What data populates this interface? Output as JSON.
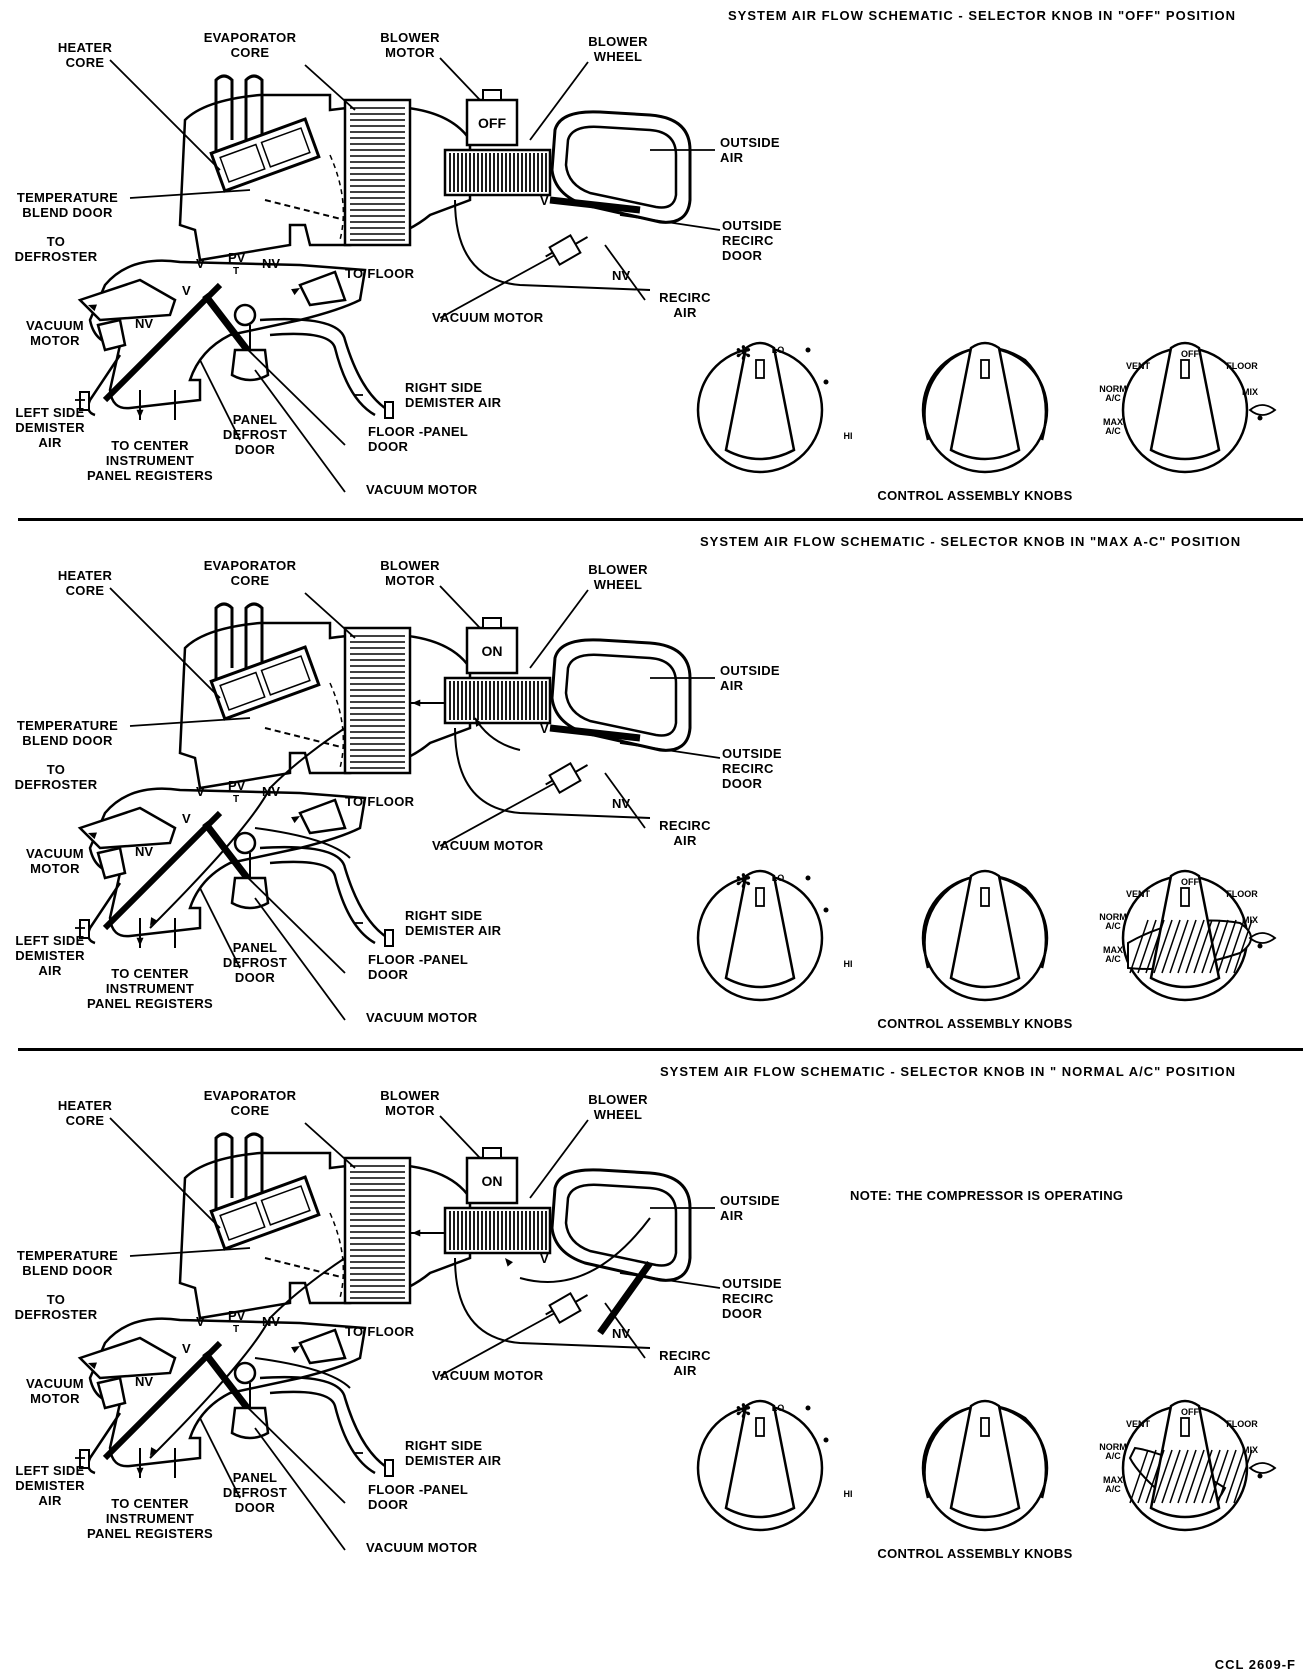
{
  "panels": [
    {
      "title": "SYSTEM AIR FLOW SCHEMATIC - SELECTOR KNOB IN \"OFF\" POSITION",
      "motor_state": "OFF",
      "note": "",
      "labels": {
        "heater_core": "HEATER\nCORE",
        "evaporator_core": "EVAPORATOR\nCORE",
        "blower_motor": "BLOWER\nMOTOR",
        "blower_wheel": "BLOWER\nWHEEL",
        "outside_air": "OUTSIDE\nAIR",
        "temp_blend_door": "TEMPERATURE\nBLEND DOOR",
        "outside_recirc_door": "OUTSIDE\nRECIRC\nDOOR",
        "to_defroster": "TO\nDEFROSTER",
        "to_floor": "TO FLOOR",
        "vacuum_motor_left": "VACUUM\nMOTOR",
        "vacuum_motor_mid": "VACUUM MOTOR",
        "recirc_air": "RECIRC\nAIR",
        "right_side_demister": "RIGHT SIDE\nDEMISTER AIR",
        "left_side_demister": "LEFT SIDE\nDEMISTER\nAIR",
        "panel_defrost_door": "PANEL\nDEFROST\nDOOR",
        "floor_panel_door": "FLOOR -PANEL\nDOOR",
        "to_center_registers": "TO CENTER\nINSTRUMENT\nPANEL REGISTERS",
        "vacuum_motor_bottom": "VACUUM MOTOR",
        "control_assembly": "CONTROL ASSEMBLY KNOBS"
      }
    },
    {
      "title": "SYSTEM AIR FLOW SCHEMATIC - SELECTOR KNOB IN \"MAX A-C\" POSITION",
      "motor_state": "ON",
      "note": "",
      "labels": {
        "heater_core": "HEATER\nCORE",
        "evaporator_core": "EVAPORATOR\nCORE",
        "blower_motor": "BLOWER\nMOTOR",
        "blower_wheel": "BLOWER\nWHEEL",
        "outside_air": "OUTSIDE\nAIR",
        "temp_blend_door": "TEMPERATURE\nBLEND DOOR",
        "outside_recirc_door": "OUTSIDE\nRECIRC\nDOOR",
        "to_defroster": "TO\nDEFROSTER",
        "to_floor": "TO FLOOR",
        "vacuum_motor_left": "VACUUM\nMOTOR",
        "vacuum_motor_mid": "VACUUM MOTOR",
        "recirc_air": "RECIRC\nAIR",
        "right_side_demister": "RIGHT SIDE\nDEMISTER AIR",
        "left_side_demister": "LEFT SIDE\nDEMISTER\nAIR",
        "panel_defrost_door": "PANEL\nDEFROST\nDOOR",
        "floor_panel_door": "FLOOR -PANEL\nDOOR",
        "to_center_registers": "TO CENTER\nINSTRUMENT\nPANEL REGISTERS",
        "vacuum_motor_bottom": "VACUUM MOTOR",
        "control_assembly": "CONTROL ASSEMBLY KNOBS"
      }
    },
    {
      "title": "SYSTEM AIR FLOW SCHEMATIC - SELECTOR KNOB IN \" NORMAL A/C\" POSITION",
      "motor_state": "ON",
      "note": "NOTE: THE COMPRESSOR IS OPERATING",
      "labels": {
        "heater_core": "HEATER\nCORE",
        "evaporator_core": "EVAPORATOR\nCORE",
        "blower_motor": "BLOWER\nMOTOR",
        "blower_wheel": "BLOWER\nWHEEL",
        "outside_air": "OUTSIDE\nAIR",
        "temp_blend_door": "TEMPERATURE\nBLEND DOOR",
        "outside_recirc_door": "OUTSIDE\nRECIRC\nDOOR",
        "to_defroster": "TO\nDEFROSTER",
        "to_floor": "TO FLOOR",
        "vacuum_motor_left": "VACUUM\nMOTOR",
        "vacuum_motor_mid": "VACUUM MOTOR",
        "recirc_air": "RECIRC\nAIR",
        "right_side_demister": "RIGHT SIDE\nDEMISTER AIR",
        "left_side_demister": "LEFT SIDE\nDEMISTER\nAIR",
        "panel_defrost_door": "PANEL\nDEFROST\nDOOR",
        "floor_panel_door": "FLOOR -PANEL\nDOOR",
        "to_center_registers": "TO CENTER\nINSTRUMENT\nPANEL REGISTERS",
        "vacuum_motor_bottom": "VACUUM MOTOR",
        "control_assembly": "CONTROL ASSEMBLY KNOBS"
      }
    }
  ],
  "door_marks": {
    "v": "V",
    "pv": "PV",
    "t": "T",
    "nv": "NV"
  },
  "knobs": {
    "fan_lo": "LO",
    "fan_hi": "HI",
    "vent": "VENT",
    "off": "OFF",
    "floor": "FLOOR",
    "norm_ac": "NORM\nA/C",
    "max_ac": "MAX\nA/C",
    "mix": "MIX"
  },
  "figure_code": "CCL 2609-F"
}
